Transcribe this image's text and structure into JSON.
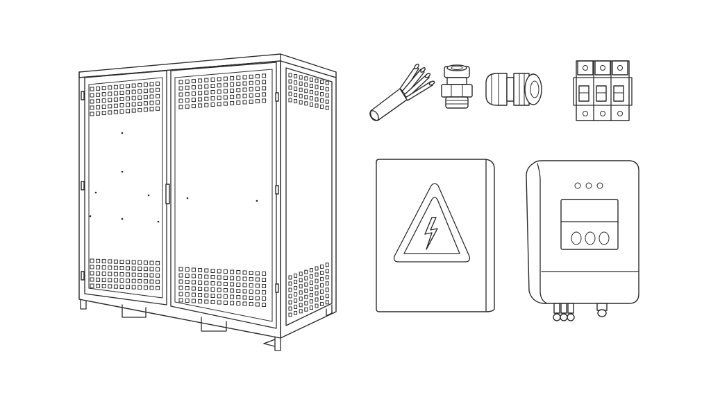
{
  "scene": {
    "background": "#ffffff",
    "stroke_color": "#2a2a2a",
    "items": [
      {
        "id": "cabinet",
        "icon": "electrical-cabinet-icon"
      },
      {
        "id": "cable",
        "icon": "multicore-cable-icon"
      },
      {
        "id": "connector",
        "icon": "pipe-connector-icon"
      },
      {
        "id": "gland",
        "icon": "cable-gland-icon"
      },
      {
        "id": "breaker",
        "icon": "circuit-breaker-icon"
      },
      {
        "id": "warning-box",
        "icon": "high-voltage-warning-box-icon"
      },
      {
        "id": "controller",
        "icon": "control-unit-icon"
      }
    ]
  }
}
